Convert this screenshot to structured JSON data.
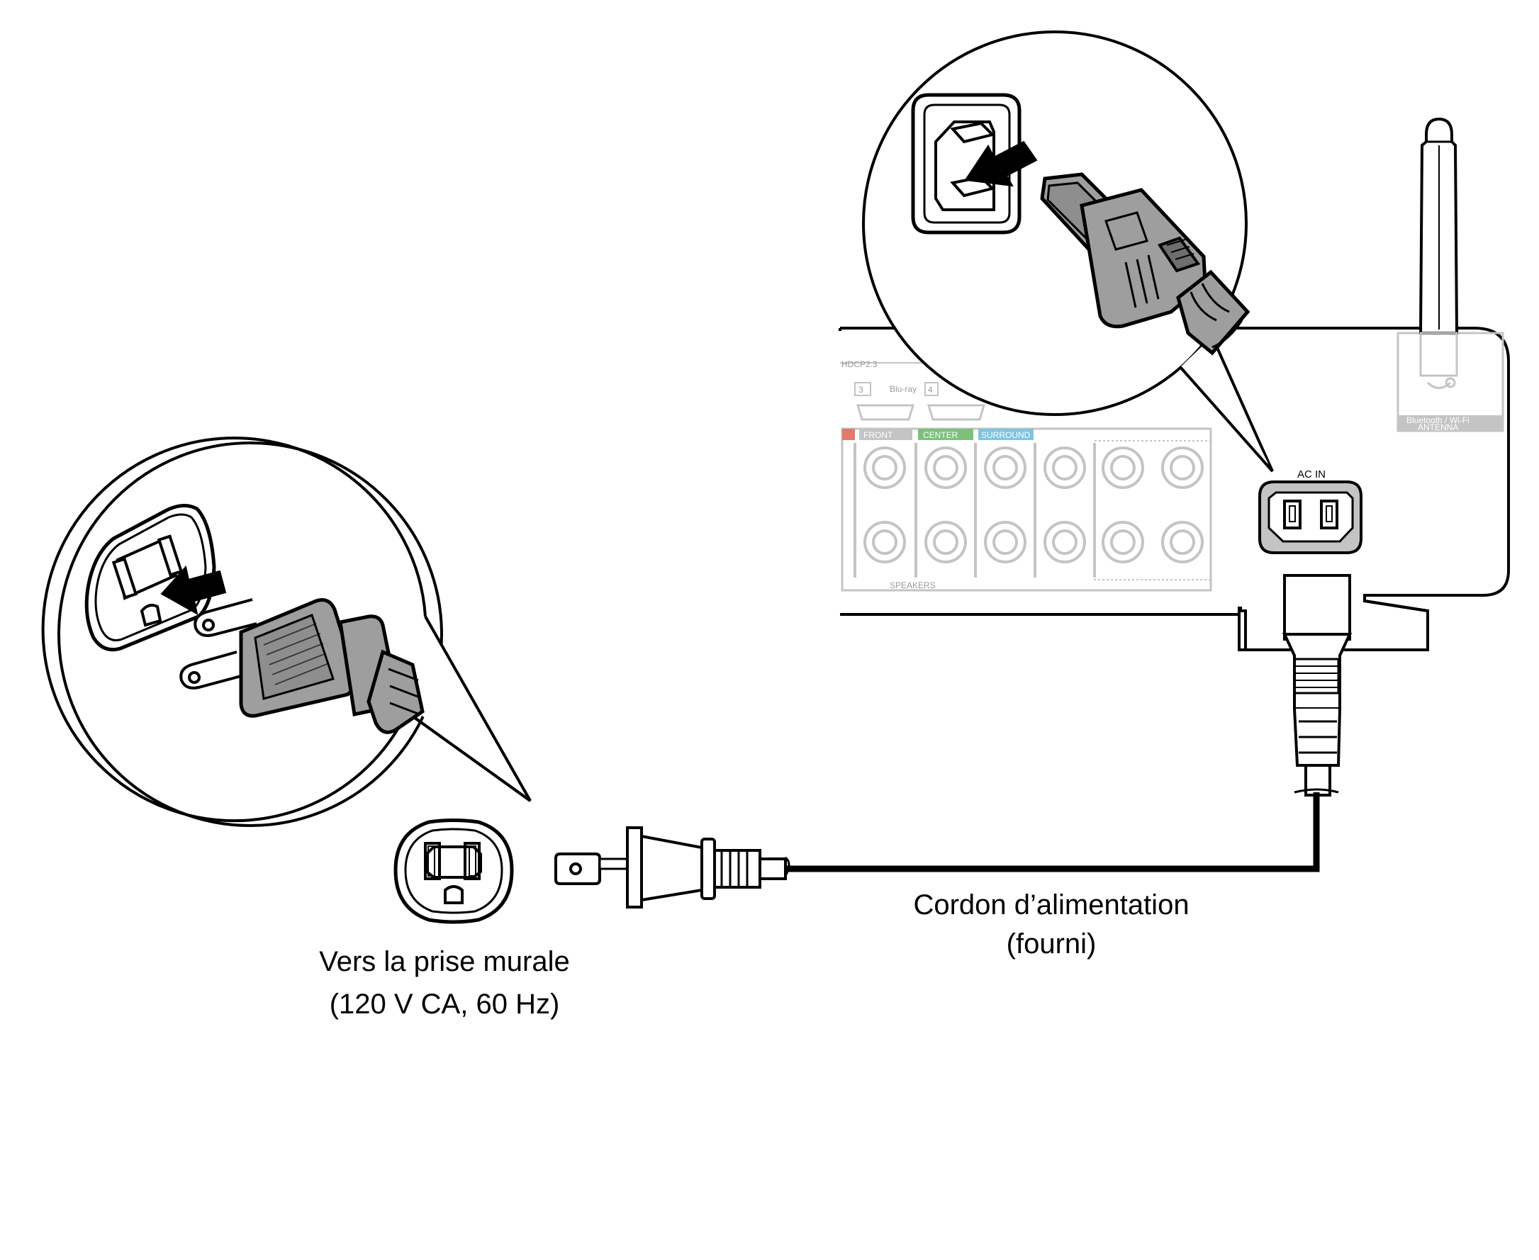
{
  "labels": {
    "wall_outlet_line1": "Vers la prise murale",
    "wall_outlet_line2": "(120 V CA, 60 Hz)",
    "cord_line1": "Cordon d’alimentation",
    "cord_line2": "(fourni)"
  },
  "panel": {
    "ac_in": "AC IN",
    "antenna_line1": "Bluetooth / Wi-Fi",
    "antenna_line2": "ANTENNA",
    "hdcp": "HDCP2.3",
    "port_3": "3",
    "port_4": "4",
    "bluray": "Blu-ray",
    "front": "FRONT",
    "center": "CENTER",
    "surround": "SURROUND",
    "speakers": "SPEAKERS"
  },
  "colors": {
    "line": "#000000",
    "plug_gray": "#9e9e9e",
    "plug_dark": "#6e6e6e",
    "panel_fade": "#c4c4c4",
    "center_green": "#7cc07c",
    "surround_blue": "#7fc4e0",
    "front_red": "#e27a6a"
  }
}
